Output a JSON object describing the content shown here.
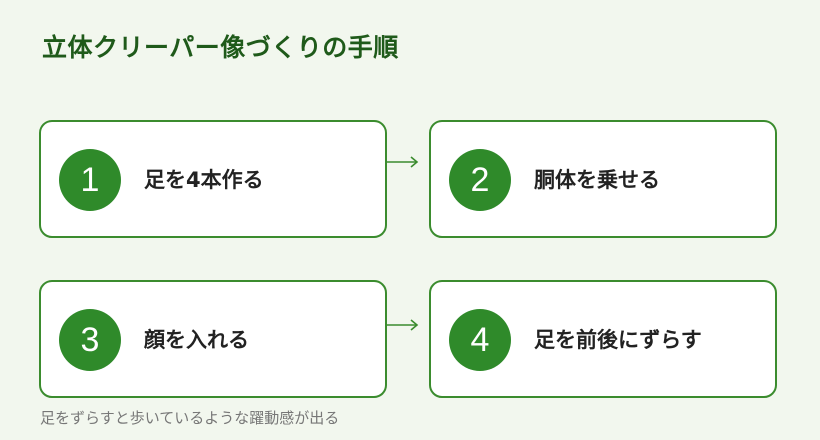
{
  "title": "立体クリーパー像づくりの手順",
  "steps": [
    {
      "number": "1",
      "label": "足を4本作る"
    },
    {
      "number": "2",
      "label": "胴体を乗せる"
    },
    {
      "number": "3",
      "label": "顔を入れる"
    },
    {
      "number": "4",
      "label": "足を前後にずらす"
    }
  ],
  "note": "足をずらすと歩いているような躍動感が出る",
  "colors": {
    "accent": "#2f8a2a",
    "border": "#3b8c2e",
    "title": "#1f5a1a",
    "background": "#f2f7ee"
  }
}
